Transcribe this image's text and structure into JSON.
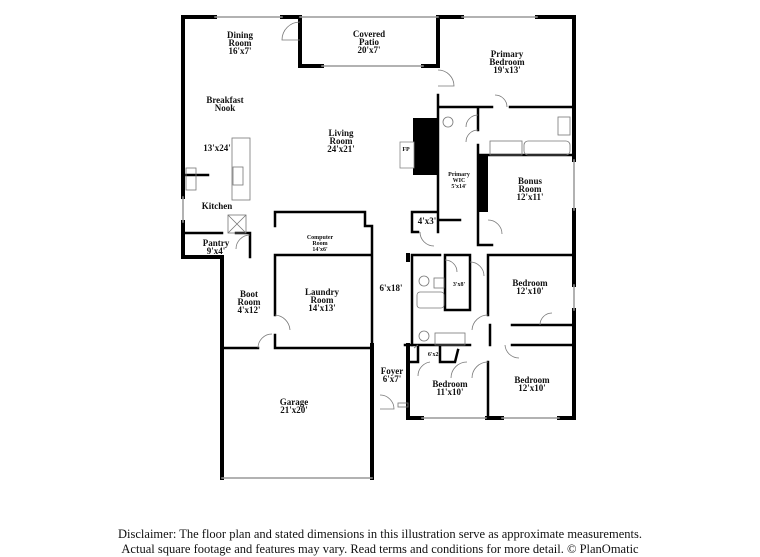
{
  "rooms": [
    {
      "id": "dining",
      "name": [
        "Dining",
        "Room"
      ],
      "size": "16'x7'"
    },
    {
      "id": "patio",
      "name": [
        "Covered",
        "Patio"
      ],
      "size": "20'x7'"
    },
    {
      "id": "primary-bedroom",
      "name": [
        "Primary",
        "Bedroom"
      ],
      "size": "19'x13'"
    },
    {
      "id": "breakfast-nook",
      "name": [
        "Breakfast",
        "Nook"
      ],
      "size": ""
    },
    {
      "id": "kitchen",
      "name": [
        "Kitchen"
      ],
      "size": "13'x24'"
    },
    {
      "id": "living",
      "name": [
        "Living",
        "Room"
      ],
      "size": "24'x21'"
    },
    {
      "id": "fireplace",
      "name": [
        "FP"
      ],
      "size": ""
    },
    {
      "id": "primary-wic",
      "name": [
        "Primary",
        "WIC"
      ],
      "size": "5'x14'"
    },
    {
      "id": "bonus",
      "name": [
        "Bonus",
        "Room"
      ],
      "size": "12'x11'"
    },
    {
      "id": "closet",
      "name": [],
      "size": "4'x3'"
    },
    {
      "id": "pantry",
      "name": [
        "Pantry"
      ],
      "size": "9'x4'"
    },
    {
      "id": "computer",
      "name": [
        "Computer",
        "Room"
      ],
      "size": "14'x6'"
    },
    {
      "id": "boot",
      "name": [
        "Boot",
        "Room"
      ],
      "size": "4'x12'"
    },
    {
      "id": "laundry",
      "name": [
        "Laundry",
        "Room"
      ],
      "size": "14'x13'"
    },
    {
      "id": "hall",
      "name": [],
      "size": "6'x18'"
    },
    {
      "id": "linen",
      "name": [],
      "size": "3'x8'"
    },
    {
      "id": "bedroom-ne",
      "name": [
        "Bedroom"
      ],
      "size": "12'x10'"
    },
    {
      "id": "small-closet",
      "name": [],
      "size": "6'x2'"
    },
    {
      "id": "foyer",
      "name": [
        "Foyer"
      ],
      "size": "6'x7'"
    },
    {
      "id": "bedroom-s",
      "name": [
        "Bedroom"
      ],
      "size": "11'x10'"
    },
    {
      "id": "bedroom-se",
      "name": [
        "Bedroom"
      ],
      "size": "12'x10'"
    },
    {
      "id": "garage",
      "name": [
        "Garage"
      ],
      "size": "21'x20'"
    }
  ],
  "disclaimer": {
    "line1": "Disclaimer: The floor plan and stated dimensions in this illustration serve as approximate measurements.",
    "line2": "Actual square footage and features may vary. Read terms and conditions for more detail. © PlanOmatic"
  }
}
